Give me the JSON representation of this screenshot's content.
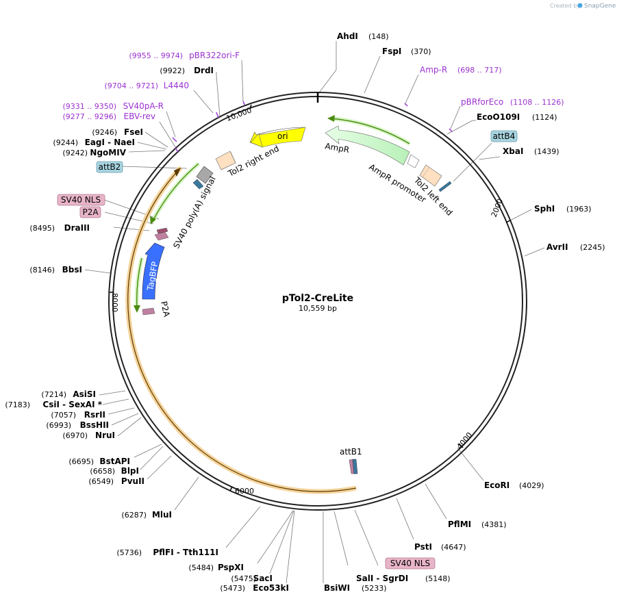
{
  "credit": {
    "created_by": "Created by",
    "brand": "SnapGene"
  },
  "plasmid": {
    "name": "pTol2-CreLite",
    "size_label": "10,559 bp",
    "length": 10559
  },
  "ticks": [
    {
      "label": "2000",
      "pos": 2000
    },
    {
      "label": "4000",
      "pos": 4000
    },
    {
      "label": "6000",
      "pos": 6000
    },
    {
      "label": "8000",
      "pos": 8000
    },
    {
      "label": "10,000",
      "pos": 10000
    }
  ],
  "sites": [
    {
      "name": "AhdI",
      "position": "(148)",
      "side": "right"
    },
    {
      "name": "FspI",
      "position": "(370)",
      "side": "right"
    },
    {
      "name": "EcoO109I",
      "position": "(1124)",
      "side": "right"
    },
    {
      "name": "XbaI",
      "position": "(1439)",
      "side": "right"
    },
    {
      "name": "SphI",
      "position": "(1963)",
      "side": "right"
    },
    {
      "name": "AvrII",
      "position": "(2245)",
      "side": "right"
    },
    {
      "name": "EcoRI",
      "position": "(4029)",
      "side": "right"
    },
    {
      "name": "PflMI",
      "position": "(4381)",
      "side": "right"
    },
    {
      "name": "PstI",
      "position": "(4647)",
      "side": "right"
    },
    {
      "name": "SalI - SgrDI",
      "position": "(5148)",
      "side": "right"
    },
    {
      "name": "BsiWI",
      "position": "(5233)",
      "side": "right"
    },
    {
      "name": "Eco53kI",
      "position": "(5473)",
      "side": "left"
    },
    {
      "name": "SacI",
      "position": "(5475)",
      "side": "left"
    },
    {
      "name": "PspXI",
      "position": "(5484)",
      "side": "left"
    },
    {
      "name": "PflFI - Tth111I",
      "position": "(5736)",
      "side": "left"
    },
    {
      "name": "MluI",
      "position": "(6287)",
      "side": "left"
    },
    {
      "name": "PvuII",
      "position": "(6549)",
      "side": "left"
    },
    {
      "name": "BlpI",
      "position": "(6658)",
      "side": "left"
    },
    {
      "name": "BstAPI",
      "position": "(6695)",
      "side": "left"
    },
    {
      "name": "NruI",
      "position": "(6970)",
      "side": "left"
    },
    {
      "name": "BssHII",
      "position": "(6993)",
      "side": "left"
    },
    {
      "name": "RsrII",
      "position": "(7057)",
      "side": "left"
    },
    {
      "name": "CsiI - SexAI *",
      "position": "(7183)",
      "side": "left"
    },
    {
      "name": "AsiSI",
      "position": "(7214)",
      "side": "left"
    },
    {
      "name": "BbsI",
      "position": "(8146)",
      "side": "left"
    },
    {
      "name": "DraIII",
      "position": "(8495)",
      "side": "left"
    },
    {
      "name": "NgoMIV",
      "position": "(9242)",
      "side": "left"
    },
    {
      "name": "EagI - NaeI",
      "position": "(9244)",
      "side": "left"
    },
    {
      "name": "FseI",
      "position": "(9246)",
      "side": "left"
    },
    {
      "name": "DrdI",
      "position": "(9922)",
      "side": "left"
    }
  ],
  "primers": [
    {
      "name": "pBR322ori-F",
      "range": "(9955 .. 9974)"
    },
    {
      "name": "L4440",
      "range": "(9704 .. 9721)"
    },
    {
      "name": "SV40pA-R",
      "range": "(9331 .. 9350)"
    },
    {
      "name": "EBV-rev",
      "range": "(9277 .. 9296)"
    },
    {
      "name": "Amp-R",
      "range": "(698 .. 717)"
    },
    {
      "name": "pBRforEco",
      "range": "(1108 .. 1126)"
    }
  ],
  "boxed_labels": [
    {
      "name": "attB4",
      "color": "#a8d4e0"
    },
    {
      "name": "attB2",
      "color": "#a8d4e0"
    },
    {
      "name": "SV40 NLS",
      "color": "#e8b4c8"
    },
    {
      "name": "P2A",
      "color": "#e8b4c8"
    },
    {
      "name": "SV40 NLS",
      "color": "#e8b4c8"
    }
  ],
  "features": [
    {
      "name": "ori",
      "color": "#ffff00"
    },
    {
      "name": "AmpR",
      "color": "#ccf5cc"
    },
    {
      "name": "AmpR promoter",
      "color": "#ffffff"
    },
    {
      "name": "Tol2 left end",
      "color": "#ffe0c0"
    },
    {
      "name": "Tol2 right end",
      "color": "#ffe0c0"
    },
    {
      "name": "SV40 poly(A) signal",
      "color": "#a0a0a0"
    },
    {
      "name": "TagBFP",
      "color": "#3070ff"
    },
    {
      "name": "P2A",
      "color": "#c080a0"
    },
    {
      "name": "attB1",
      "color": "#a8d4e0"
    }
  ],
  "colors": {
    "backbone": "#222222",
    "orf": "#f0c070",
    "orf_line": "#5a3a00",
    "green_orf": "#5a9a20",
    "primer": "#9b30d0"
  }
}
